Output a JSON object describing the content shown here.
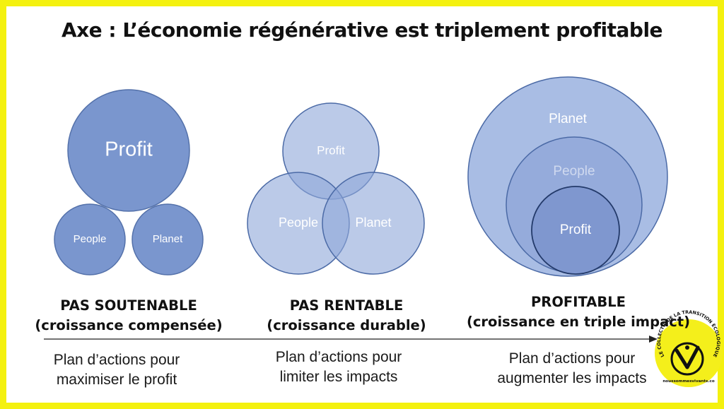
{
  "title": "Axe : L’économie régénérative est triplement profitable",
  "columns": [
    {
      "heading": "PAS SOUTENABLE",
      "subheading": "(croissance compensée)",
      "action_line1": "Plan d’actions pour",
      "action_line2": "maximiser le profit",
      "circles": [
        "Profit",
        "People",
        "Planet"
      ]
    },
    {
      "heading": "PAS RENTABLE",
      "subheading": "(croissance durable)",
      "action_line1": "Plan d’actions pour",
      "action_line2": "limiter les impacts",
      "circles": [
        "Profit",
        "People",
        "Planet"
      ]
    },
    {
      "heading": "PROFITABLE",
      "subheading": "(croissance en triple impact)",
      "action_line1": "Plan d’actions pour",
      "action_line2": "augmenter les impacts",
      "circles": [
        "Planet",
        "People",
        "Profit"
      ]
    }
  ],
  "logo": {
    "arc_text": "LE COLLECTIF DE LA TRANSITION ÉCOLOGIQUE",
    "url": "noussommesvivants.co",
    "colors": {
      "badge": "#f4ef1b",
      "ring": "#111111"
    }
  },
  "colors": {
    "frame": "#f4f10f",
    "circle_fill": "#7d9bd3",
    "circle_stroke": "#4a6ba8"
  }
}
